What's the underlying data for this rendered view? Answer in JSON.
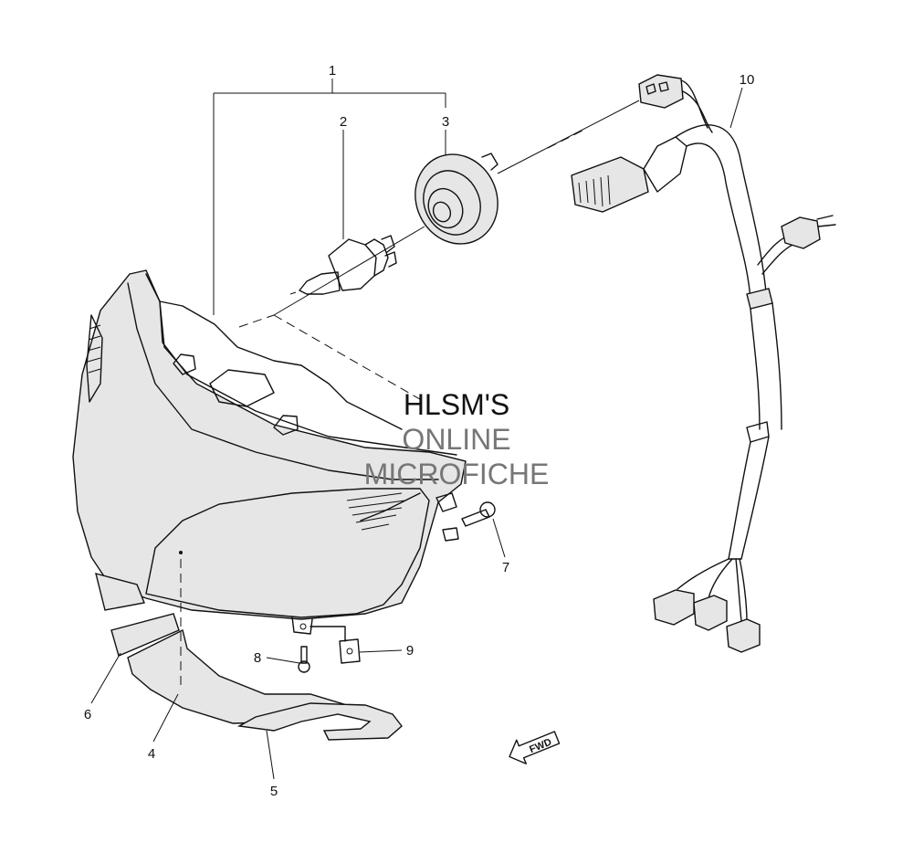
{
  "watermark": {
    "line1": "HLSM'S",
    "line2": "ONLINE",
    "line3": "MICROFICHE"
  },
  "callouts": {
    "c1": "1",
    "c2": "2",
    "c3": "3",
    "c4": "4",
    "c5": "5",
    "c6": "6",
    "c7": "7",
    "c8": "8",
    "c9": "9",
    "c10": "10"
  },
  "direction_arrow": {
    "label": "FWD"
  },
  "colors": {
    "line": "#111111",
    "fill": "#e6e6e6",
    "watermark_dark": "#111111",
    "watermark_grey": "#777777"
  }
}
